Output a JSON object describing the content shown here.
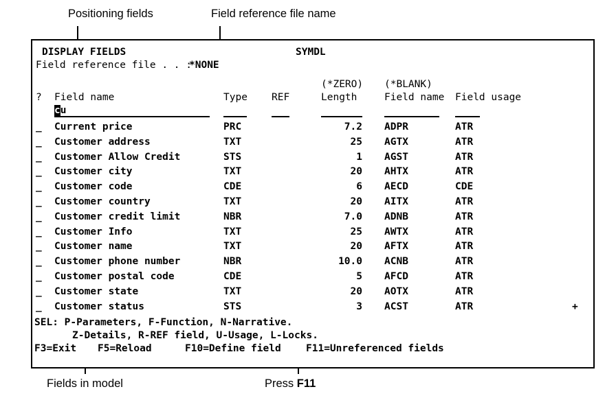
{
  "annotations": {
    "positioning_fields": "Positioning fields",
    "field_reference_file_name": "Field reference file name",
    "fields_in_model": "Fields in model",
    "press_f11_prefix": "Press ",
    "press_f11_key": "F11"
  },
  "terminal": {
    "title": "DISPLAY FIELDS",
    "model_name": "SYMDL",
    "fieldref_label": "Field reference file . . :",
    "fieldref_value": "*NONE",
    "zero_header": "(*ZERO)",
    "blank_header": "(*BLANK)",
    "columns": {
      "select": "?",
      "field_name": "Field name",
      "type": "Type",
      "ref": "REF",
      "length": "Length",
      "short_name": "Field name",
      "usage": "Field usage"
    },
    "position_to": {
      "value": "cu",
      "cursor_char": "c",
      "rest": "u"
    },
    "rows": [
      {
        "sel": "_",
        "name": "Current price",
        "type": "PRC",
        "ref": "",
        "length": "7.2",
        "short": "ADPR",
        "usage": "ATR",
        "more": ""
      },
      {
        "sel": "_",
        "name": "Customer address",
        "type": "TXT",
        "ref": "",
        "length": "25",
        "short": "AGTX",
        "usage": "ATR",
        "more": ""
      },
      {
        "sel": "_",
        "name": "Customer Allow Credit",
        "type": "STS",
        "ref": "",
        "length": "1",
        "short": "AGST",
        "usage": "ATR",
        "more": ""
      },
      {
        "sel": "_",
        "name": "Customer city",
        "type": "TXT",
        "ref": "",
        "length": "20",
        "short": "AHTX",
        "usage": "ATR",
        "more": ""
      },
      {
        "sel": "_",
        "name": "Customer code",
        "type": "CDE",
        "ref": "",
        "length": "6",
        "short": "AECD",
        "usage": "CDE",
        "more": ""
      },
      {
        "sel": "_",
        "name": "Customer country",
        "type": "TXT",
        "ref": "",
        "length": "20",
        "short": "AITX",
        "usage": "ATR",
        "more": ""
      },
      {
        "sel": "_",
        "name": "Customer credit limit",
        "type": "NBR",
        "ref": "",
        "length": "7.0",
        "short": "ADNB",
        "usage": "ATR",
        "more": ""
      },
      {
        "sel": "_",
        "name": "Customer Info",
        "type": "TXT",
        "ref": "",
        "length": "25",
        "short": "AWTX",
        "usage": "ATR",
        "more": ""
      },
      {
        "sel": "_",
        "name": "Customer name",
        "type": "TXT",
        "ref": "",
        "length": "20",
        "short": "AFTX",
        "usage": "ATR",
        "more": ""
      },
      {
        "sel": "_",
        "name": "Customer phone number",
        "type": "NBR",
        "ref": "",
        "length": "10.0",
        "short": "ACNB",
        "usage": "ATR",
        "more": ""
      },
      {
        "sel": "_",
        "name": "Customer postal code",
        "type": "CDE",
        "ref": "",
        "length": "5",
        "short": "AFCD",
        "usage": "ATR",
        "more": ""
      },
      {
        "sel": "_",
        "name": "Customer state",
        "type": "TXT",
        "ref": "",
        "length": "20",
        "short": "AOTX",
        "usage": "ATR",
        "more": ""
      },
      {
        "sel": "_",
        "name": "Customer status",
        "type": "STS",
        "ref": "",
        "length": "3",
        "short": "ACST",
        "usage": "ATR",
        "more": "+"
      }
    ],
    "sel_line_1": "SEL: P-Parameters, F-Function, N-Narrative.",
    "sel_line_2": "Z-Details, R-REF field, U-Usage, L-Locks.",
    "fkeys": [
      {
        "label": "F3=Exit"
      },
      {
        "label": "F5=Reload"
      },
      {
        "label": "F10=Define field"
      },
      {
        "label": "F11=Unreferenced fields"
      }
    ]
  },
  "colors": {
    "ink": "#000000",
    "paper": "#ffffff"
  }
}
